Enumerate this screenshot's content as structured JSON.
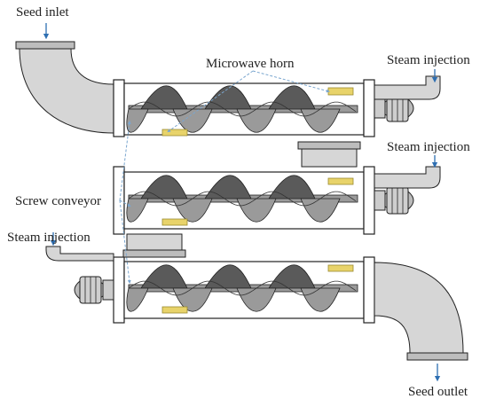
{
  "labels": {
    "seed_inlet": "Seed inlet",
    "microwave_horn": "Microwave horn",
    "steam_injection_top": "Steam injection",
    "steam_injection_mid": "Steam injection",
    "screw_conveyor": "Screw conveyor",
    "steam_injection_left": "Steam injection",
    "seed_outlet": "Seed outlet"
  },
  "colors": {
    "outline": "#222222",
    "pipe_fill": "#d6d6d6",
    "pipe_dark": "#bdbdbd",
    "screw_dark": "#5a5a5a",
    "screw_light": "#9a9a9a",
    "horn_fill": "#e8d36a",
    "arrow": "#2e6fb2",
    "callout": "#7aa6cf"
  },
  "icons": {
    "motor": "motor-icon",
    "flow_arrow": "down-arrow-icon"
  }
}
